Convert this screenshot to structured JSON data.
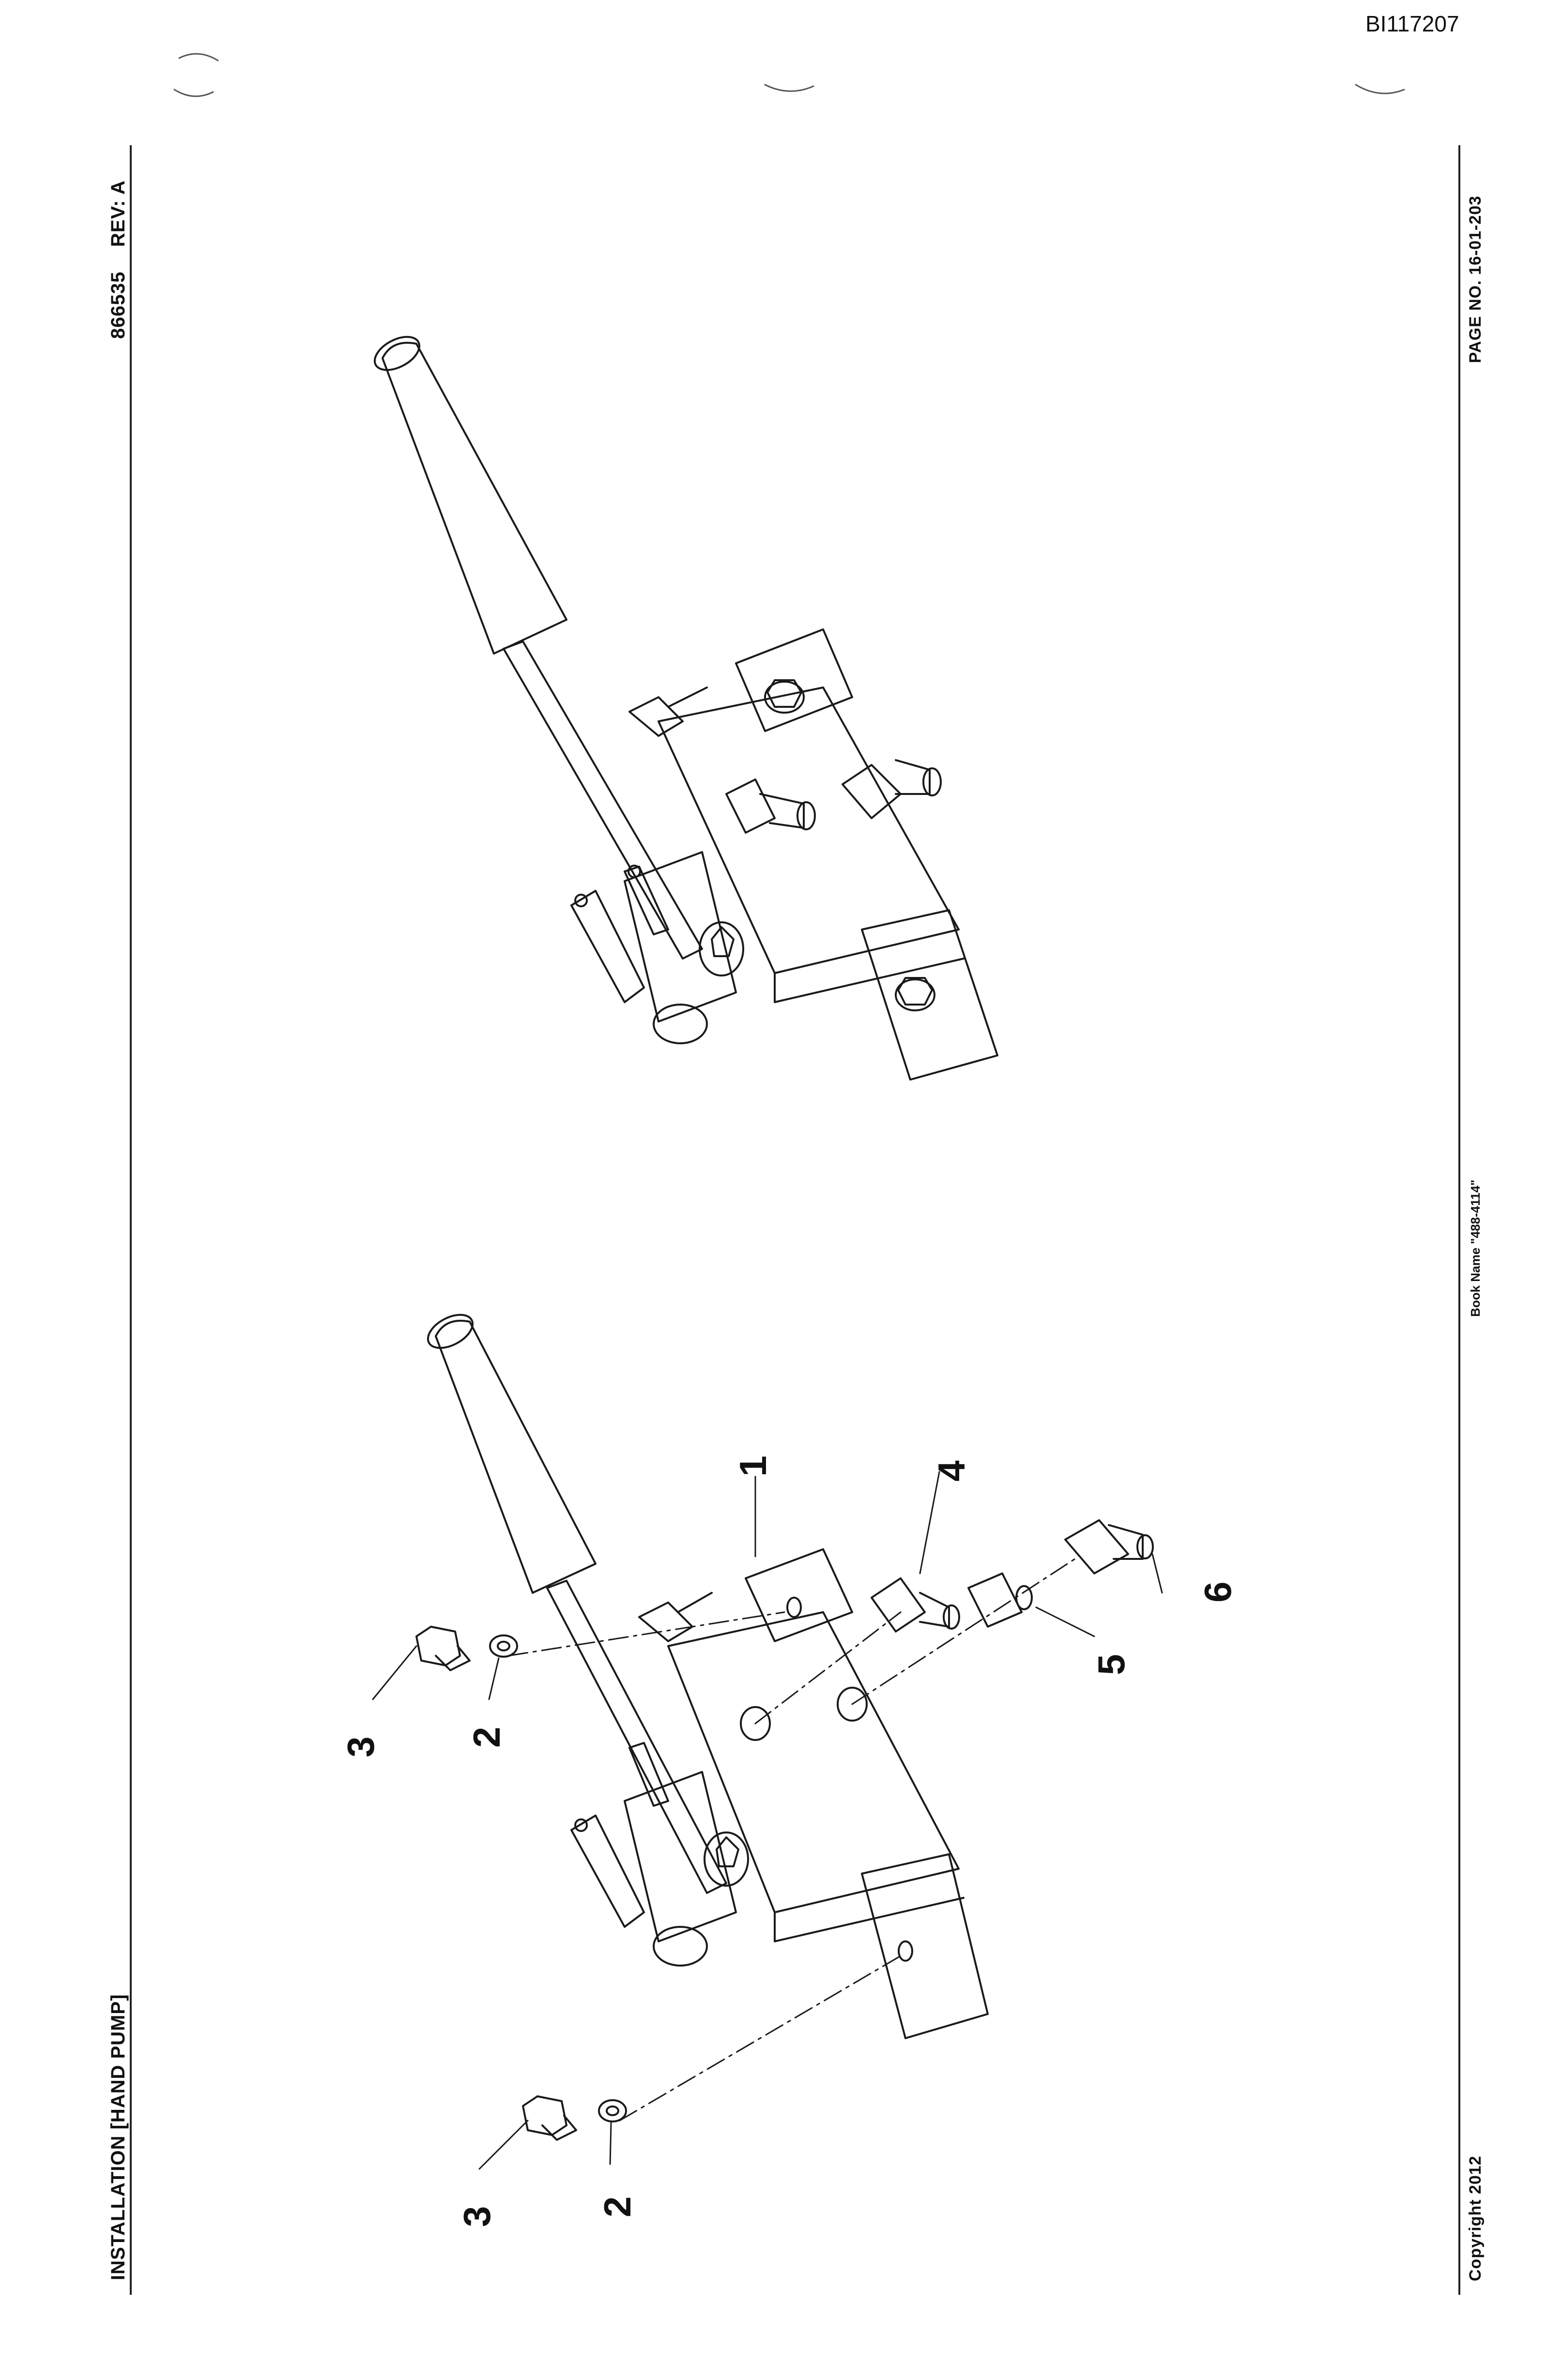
{
  "document_id": "BI117207",
  "header": {
    "title": "INSTALLATION [HAND PUMP]",
    "part_number": "866535",
    "revision": "REV:  A"
  },
  "footer": {
    "copyright": "Copyright 2012",
    "book_name": "Book Name \"488-4114\"",
    "page_number": "PAGE NO.  16-01-203"
  },
  "callouts": {
    "c1": "1",
    "c2a": "2",
    "c2b": "2",
    "c3a": "3",
    "c3b": "3",
    "c4": "4",
    "c5": "5",
    "c6": "6"
  }
}
